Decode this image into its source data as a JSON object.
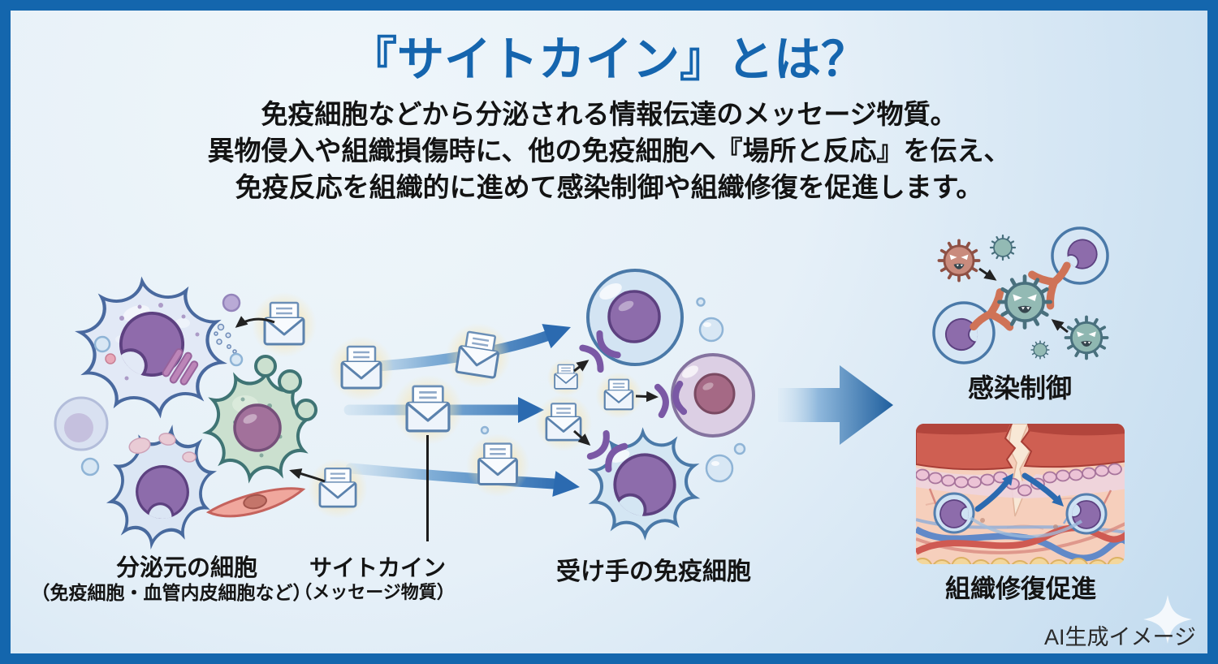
{
  "frame": {
    "border_color": "#1466ad"
  },
  "header": {
    "title": "『サイトカイン』とは？",
    "title_color": "#1565ae",
    "description_lines": [
      "免疫細胞などから分泌される情報伝達のメッセージ物質。",
      "異物侵入や組織損傷時に、他の免疫細胞へ『場所と反応』を伝え、",
      "免疫反応を組織的に進めて感染制御や組織修復を促進します。"
    ]
  },
  "diagram": {
    "source_cells": {
      "label": "分泌元の細胞",
      "sublabel": "（免疫細胞・血管内皮細胞など）"
    },
    "cytokine": {
      "label": "サイトカイン",
      "sublabel": "（メッセージ物質）"
    },
    "receiver": {
      "label": "受け手の免疫細胞"
    },
    "outcomes": {
      "infection_control": "感染制御",
      "tissue_repair": "組織修復促進"
    },
    "icons": {
      "envelope": "envelope-message-icon",
      "flow_arrow": "blue-flow-arrow",
      "result_arrow": "big-result-arrow",
      "receptor": "receptor-icon",
      "virus": "virus-icon",
      "antibody": "antibody-icon",
      "sparkle": "sparkle-icon"
    },
    "colors": {
      "flow_arrow": "#2b6ab0",
      "envelope_glow": "#f7d98e",
      "cell_blue": "#d9e5f4",
      "cell_green": "#cbe0cf",
      "nucleus_purple": "#8d6cab",
      "virus_teal": "#8fb8b2",
      "virus_red": "#c98b7d",
      "antibody_orange": "#cf7357"
    }
  },
  "footer": {
    "credit": "AI生成イメージ"
  }
}
